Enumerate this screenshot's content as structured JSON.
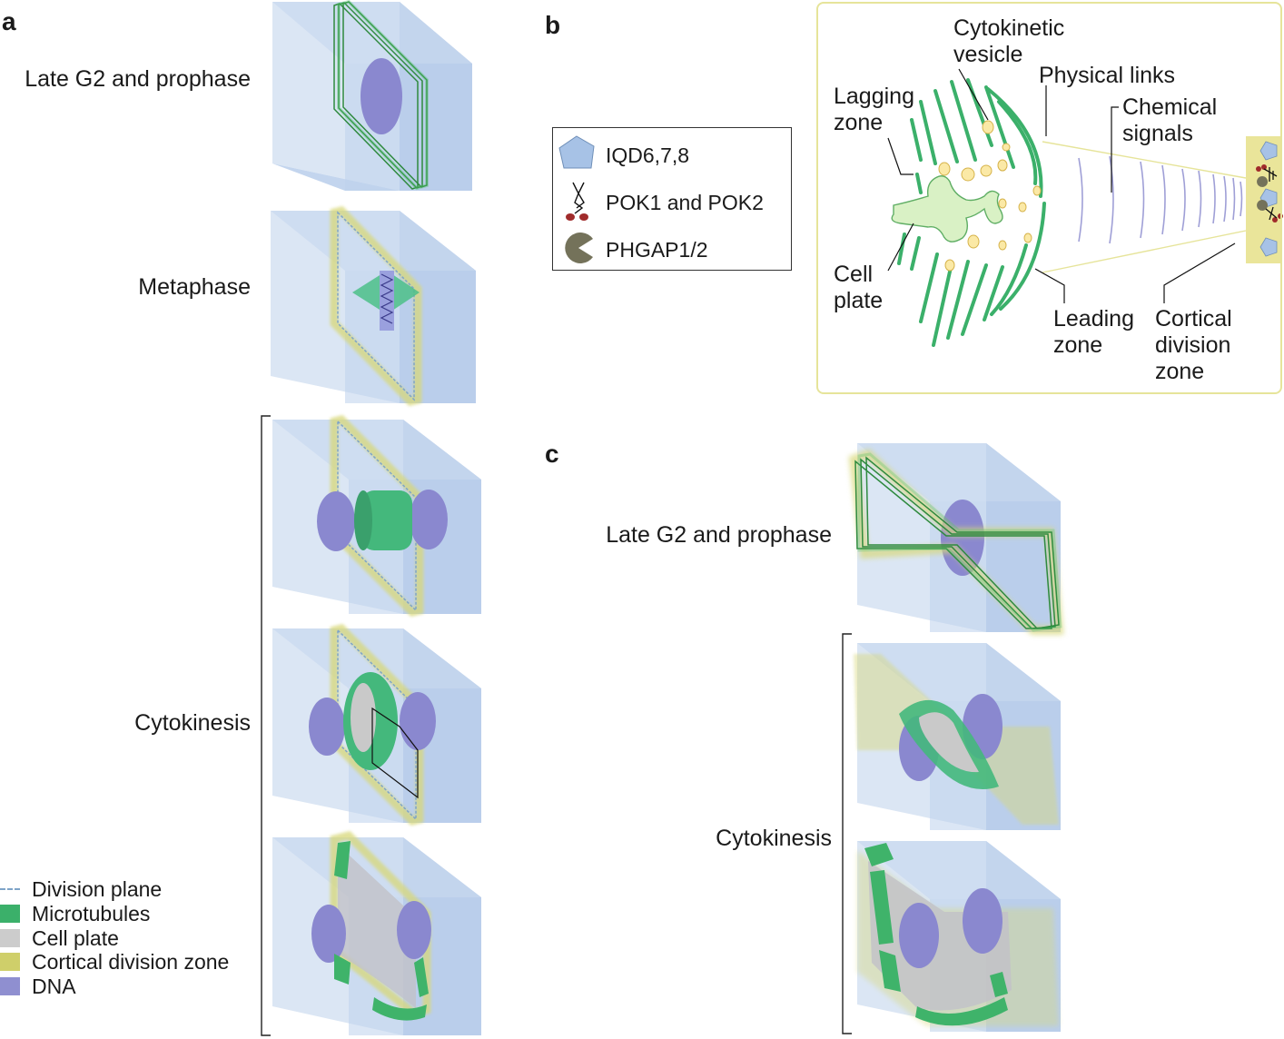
{
  "panels": {
    "a": "a",
    "b": "b",
    "c": "c"
  },
  "panel_a": {
    "stages": [
      "Late G2 and prophase",
      "Metaphase",
      "Cytokinesis"
    ],
    "legend": [
      {
        "label": "Division plane",
        "color": "#7ea4c8",
        "kind": "dashed"
      },
      {
        "label": "Microtubules",
        "color": "#3bb06a",
        "kind": "swatch"
      },
      {
        "label": "Cell plate",
        "color": "#cccccc",
        "kind": "swatch"
      },
      {
        "label": "Cortical division zone",
        "color": "#cfcf6a",
        "kind": "swatch"
      },
      {
        "label": "DNA",
        "color": "#8f8fd0",
        "kind": "swatch"
      }
    ]
  },
  "panel_b": {
    "legend": [
      {
        "label": "IQD6,7,8",
        "icon": "pentagon-icon"
      },
      {
        "label": "POK1 and POK2",
        "icon": "kinesin-icon"
      },
      {
        "label": "PHGAP1/2",
        "icon": "pacman-icon"
      }
    ],
    "labels": {
      "cytokinetic_vesicle": [
        "Cytokinetic",
        "vesicle"
      ],
      "physical_links": [
        "Physical links"
      ],
      "lagging_zone": [
        "Lagging",
        "zone"
      ],
      "chemical_signals": [
        "Chemical",
        "signals"
      ],
      "cell_plate": [
        "Cell",
        "plate"
      ],
      "leading_zone": [
        "Leading",
        "zone"
      ],
      "cortical_division_zone": [
        "Cortical",
        "division",
        "zone"
      ]
    }
  },
  "panel_c": {
    "stages": [
      "Late G2 and prophase",
      "Cytokinesis"
    ]
  },
  "colors": {
    "cell": "#b7cde9",
    "cell_side": "#a4bfe3",
    "microtubule": "#3bb06a",
    "dna": "#8a88cf",
    "cell_plate": "#c9c9c9",
    "cdz": "#d8d879",
    "vesicle": "#fbe9a6",
    "cdz_box_border": "#e6e49a"
  }
}
